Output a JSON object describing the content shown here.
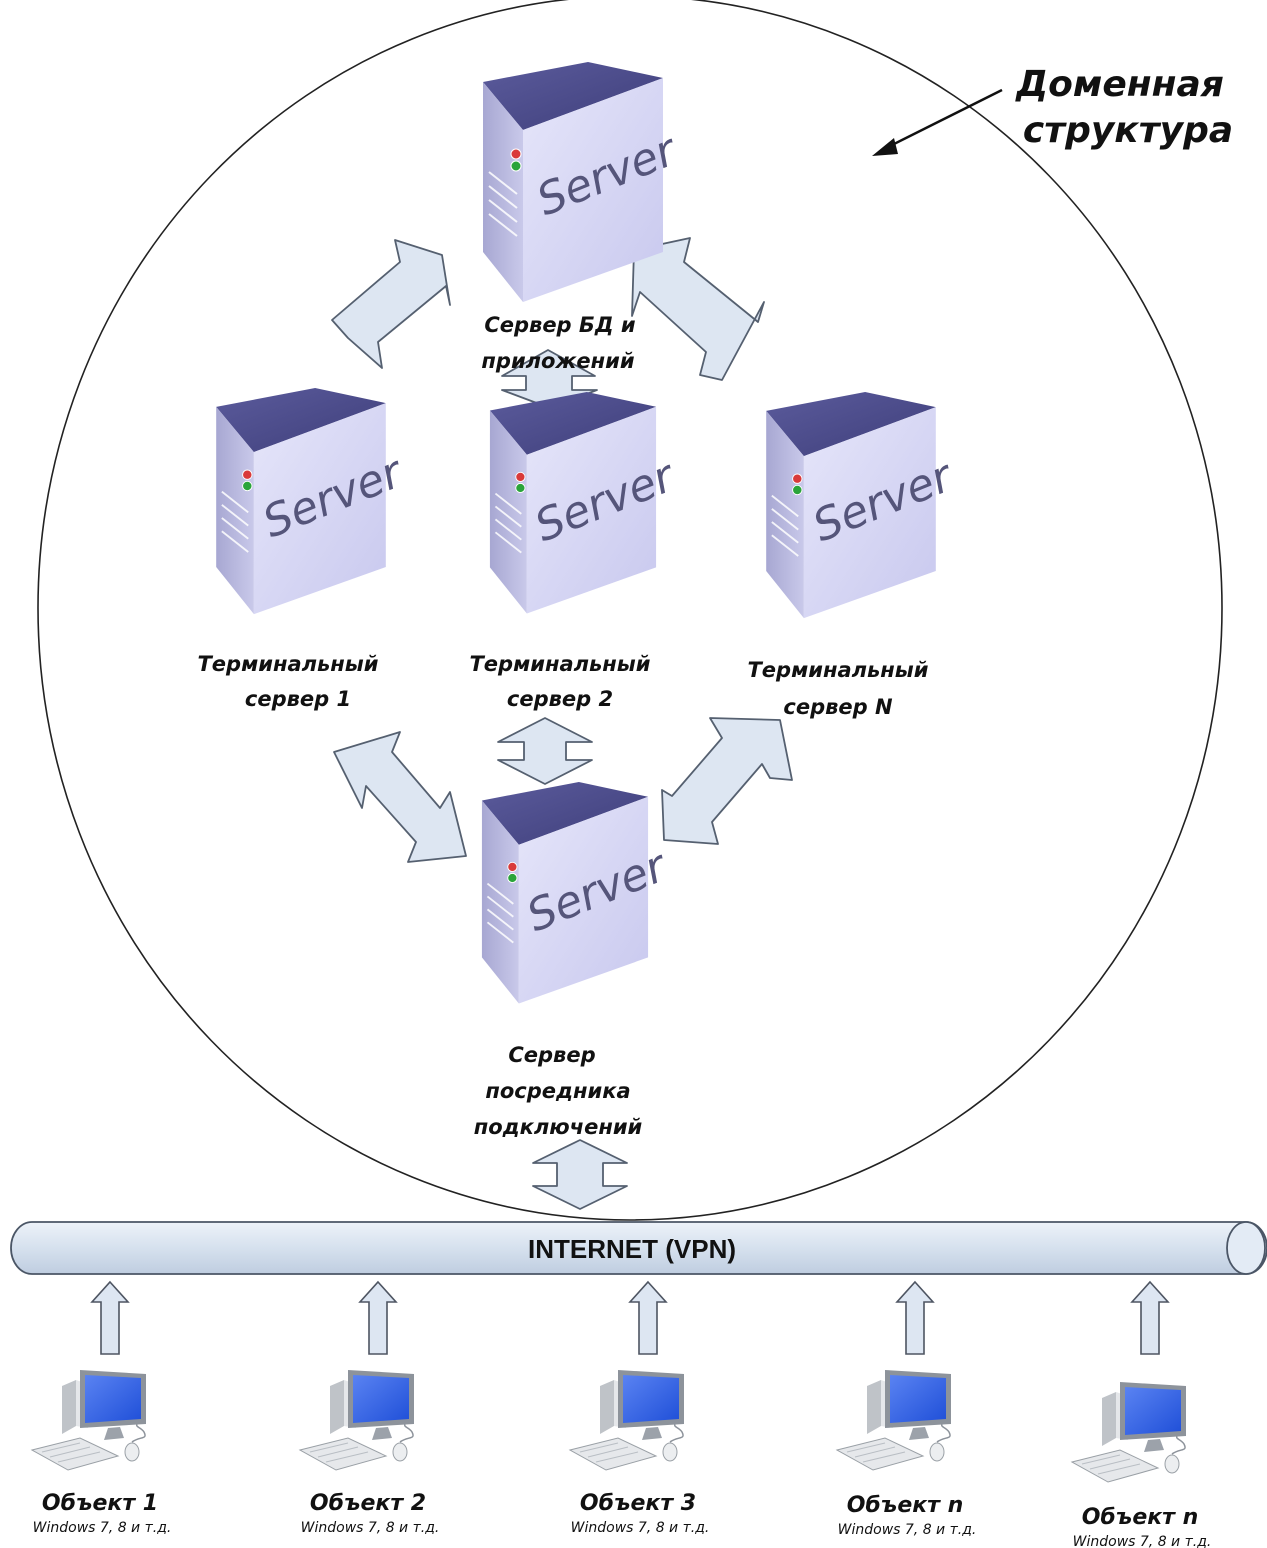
{
  "domain_label": [
    "Доменная",
    "структура"
  ],
  "server_word": "Server",
  "servers": {
    "db": [
      "Сервер БД и",
      "приложений"
    ],
    "ts1": [
      "Терминальный",
      "сервер 1"
    ],
    "ts2": [
      "Терминальный",
      "сервер 2"
    ],
    "tsn": [
      "Терминальный",
      "сервер N"
    ],
    "broker": [
      "Сервер",
      "посредника",
      "подключений"
    ]
  },
  "network_label": "INTERNET (VPN)",
  "objects": [
    {
      "name": "Объект 1",
      "os": "Windows 7, 8 и т.д."
    },
    {
      "name": "Объект 2",
      "os": "Windows 7, 8 и т.д."
    },
    {
      "name": "Объект 3",
      "os": "Windows 7, 8 и т.д."
    },
    {
      "name": "Объект n",
      "os": "Windows 7, 8 и т.д."
    },
    {
      "name": "Объект n",
      "os": "Windows 7, 8 и т.д."
    }
  ],
  "colors": {
    "server_front": "#dcdcf6",
    "server_top": "#4d4d8c",
    "server_side": "#b4b4dc",
    "arrow_fill": "#dde6f2",
    "arrow_stroke": "#556070",
    "pipe_fill": "#d9e4f1"
  }
}
